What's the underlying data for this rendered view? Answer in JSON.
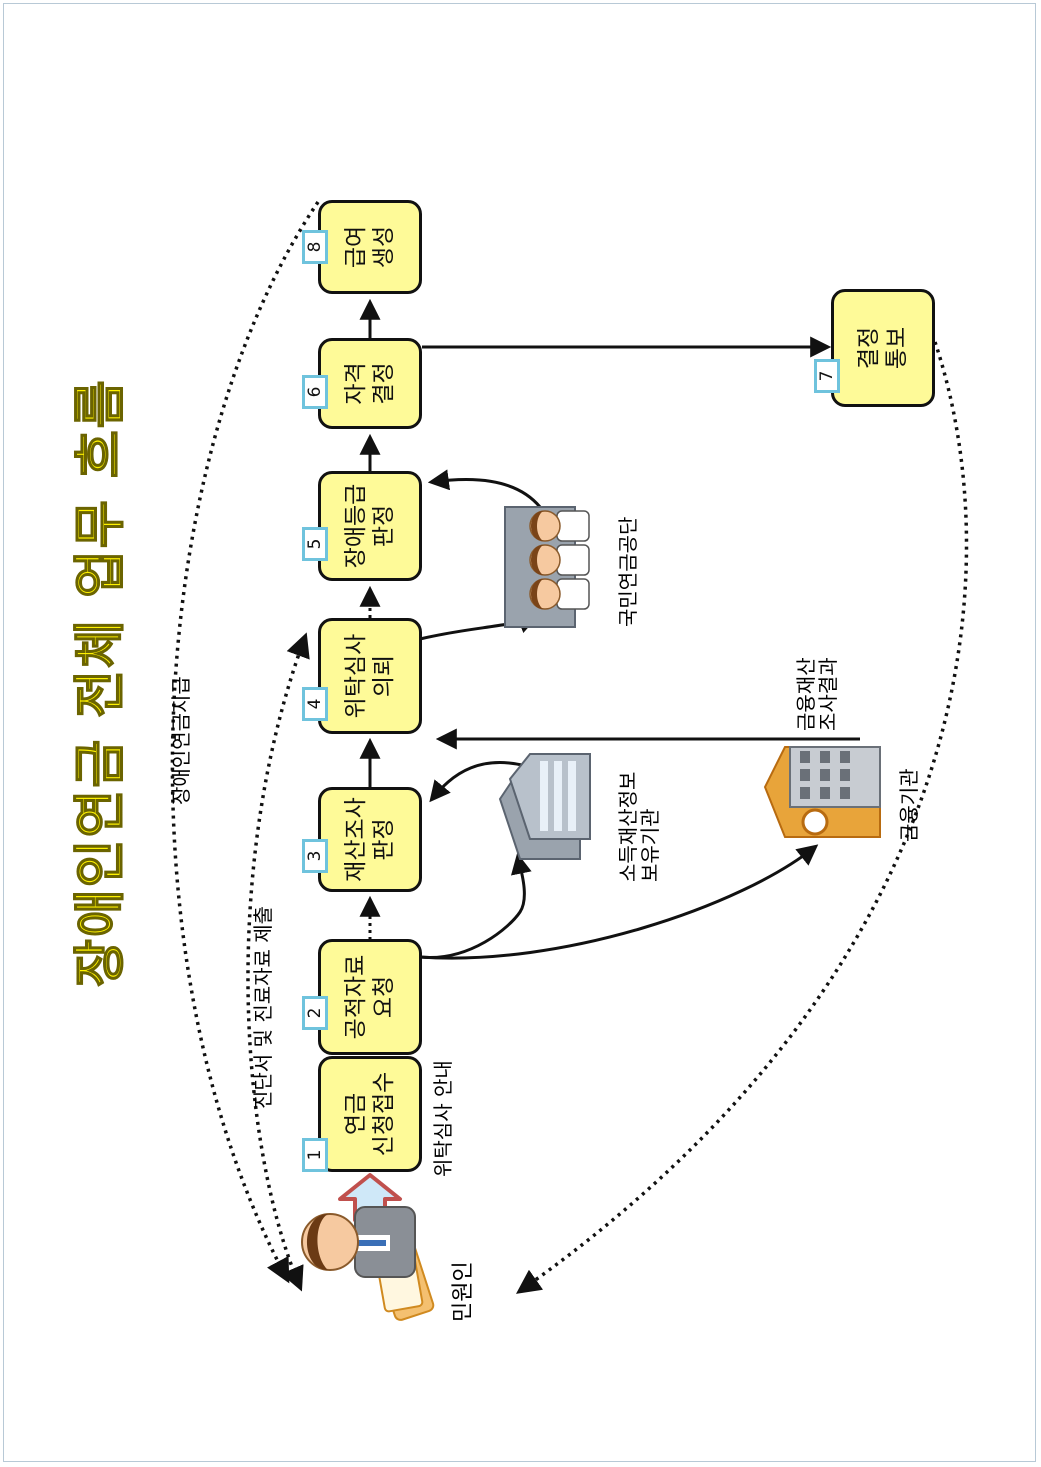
{
  "title": "장애인연금 전체 업무 흐름",
  "steps": [
    {
      "num": "1",
      "label": "연금\n신청접수"
    },
    {
      "num": "2",
      "label": "공적자료\n요청"
    },
    {
      "num": "3",
      "label": "재산조사\n판정"
    },
    {
      "num": "4",
      "label": "위탁심사\n의뢰"
    },
    {
      "num": "5",
      "label": "장애등급\n판정"
    },
    {
      "num": "6",
      "label": "자격\n결정"
    },
    {
      "num": "7",
      "label": "결정\n통보"
    },
    {
      "num": "8",
      "label": "급여\n생성"
    }
  ],
  "actors": {
    "applicant": "민원인",
    "income_holder": "소득재산정보\n보유기관",
    "pension_service": "국민연금공단",
    "bank": "금융기관"
  },
  "annotations": {
    "submit_docs": "진단서 및 진료자료 제출",
    "pension_payment": "장애인연금지급",
    "consign_notice": "위탁심사 안내",
    "finance_result": "금융재산\n조사결과"
  },
  "colors": {
    "box_fill": "#fefa98",
    "box_border": "#111111",
    "badge_border": "#6fc3dd",
    "title_fill": "#fff200",
    "intake_arrow_fill": "#cfe8f8",
    "intake_arrow_border": "#c0504d"
  }
}
